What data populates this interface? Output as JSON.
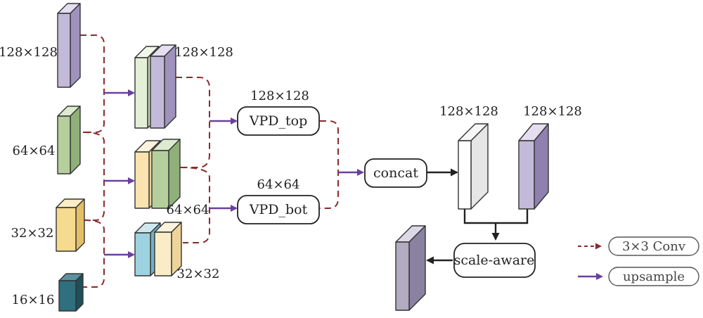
{
  "labels": {
    "in_128": "128×128",
    "in_64": "64×64",
    "in_32": "32×32",
    "in_16": "16×16",
    "merge_top": "128×128",
    "merge_mid": "64×64",
    "merge_bot": "32×32",
    "vpd_top_size": "128×128",
    "vpd_bot_size": "64×64",
    "out_left_size": "128×128",
    "out_right_size": "128×128"
  },
  "nodes": {
    "vpd_top": "VPD_top",
    "vpd_bot": "VPD_bot",
    "concat": "concat",
    "scale_aware": "scale-aware"
  },
  "legend": {
    "conv": "3×3 Conv",
    "upsample": "upsample"
  },
  "colors": {
    "lavender": "#c3b9d9",
    "green": "#b4cf9c",
    "yellow": "#f6da8f",
    "teal": "#2f6f7e",
    "light_blue": "#9fd2e0",
    "pale_green": "#e4efd8",
    "pale_yellow": "#fbecc8",
    "purple_arrow": "#6b3fa0",
    "conv_dash": "#8b2a2a"
  }
}
